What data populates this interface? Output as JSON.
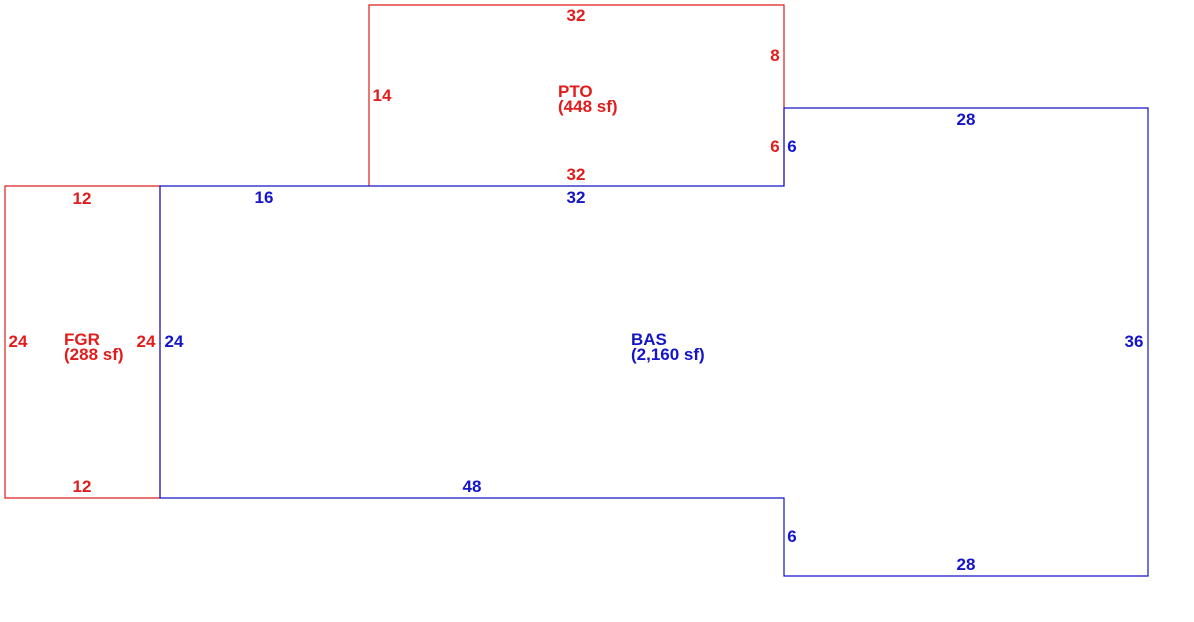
{
  "colors": {
    "pto": "#e01c1c",
    "fgr": "#e01c1c",
    "bas": "#1414c8"
  },
  "areas": {
    "pto": {
      "code": "PTO",
      "area": "(448 sf)"
    },
    "fgr": {
      "code": "FGR",
      "area": "(288 sf)"
    },
    "bas": {
      "code": "BAS",
      "area": "(2,160 sf)"
    }
  },
  "dimensions": {
    "pto": {
      "top": "32",
      "left": "14",
      "right_upper": "8",
      "right_lower": "6",
      "bottom": "32"
    },
    "fgr": {
      "top": "12",
      "left": "24",
      "right": "24",
      "bottom": "12"
    },
    "bas": {
      "top_left": "16",
      "top_mid": "32",
      "notch_step": "6",
      "top_right": "28",
      "right": "36",
      "bottom_right": "28",
      "lower_step": "6",
      "bottom_left": "48",
      "left": "24"
    }
  }
}
